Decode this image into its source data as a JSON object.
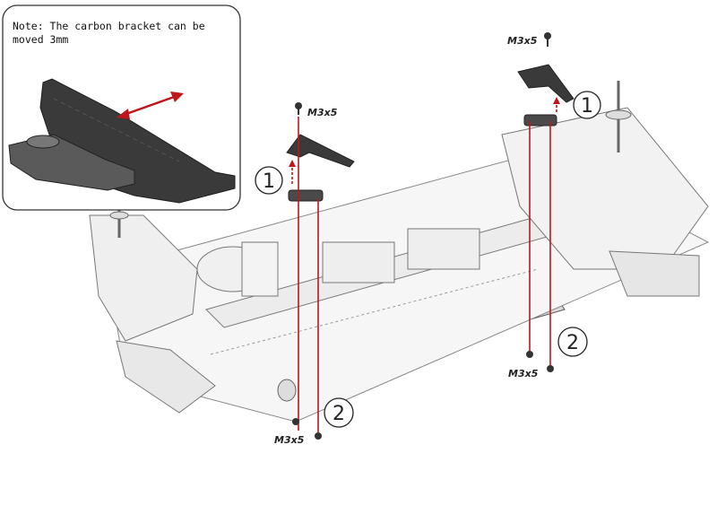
{
  "note": {
    "line1": "Note: The carbon bracket can be",
    "line2": "moved 3mm"
  },
  "labels": {
    "screw_top_left": "M3x5",
    "screw_top_right": "M3x5",
    "screw_bottom_left": "M3x5",
    "screw_bottom_right": "M3x5"
  },
  "callouts": {
    "step1_left": "1",
    "step1_right": "1",
    "step2_left": "2",
    "step2_right": "2"
  },
  "colors": {
    "assembly_line": "#c0151b",
    "carbon": "#3a3a3a",
    "outline": "#555555"
  }
}
